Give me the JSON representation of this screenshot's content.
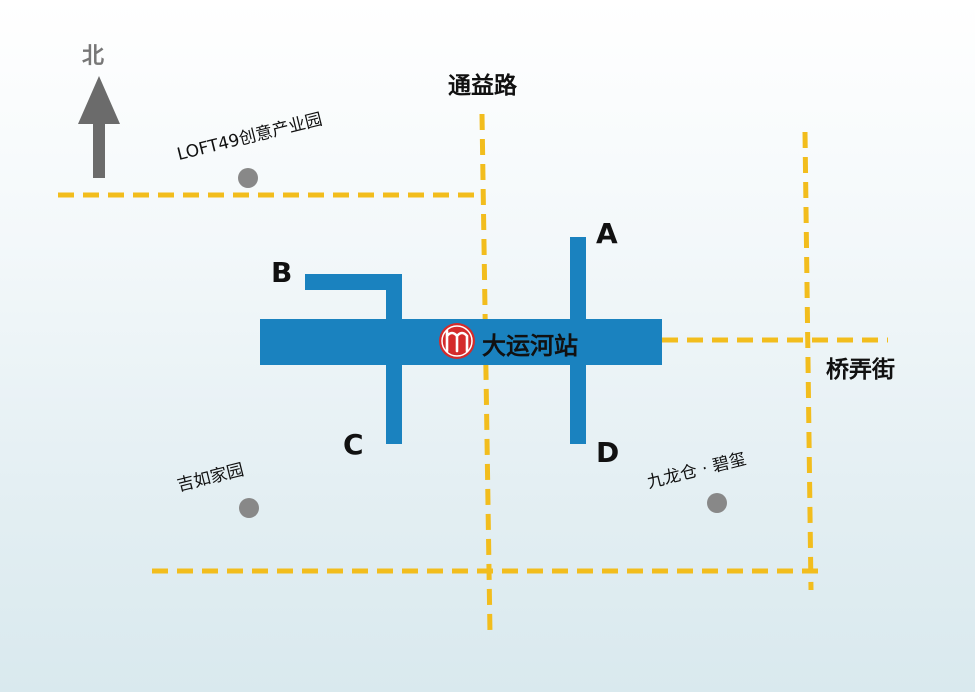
{
  "north": {
    "label": "北"
  },
  "roads": {
    "tongyi": "通益路",
    "qiaonong": "桥弄街"
  },
  "station": {
    "name": "大运河站",
    "logo_color": "#d42b2b",
    "body_color": "#1a82bf"
  },
  "exits": {
    "a": "A",
    "b": "B",
    "c": "C",
    "d": "D"
  },
  "pois": {
    "loft": "LOFT49创意产业园",
    "jiru": "吉如家园",
    "jiulongcang": "九龙仓 · 碧玺"
  },
  "colors": {
    "road": "#f2bd1d",
    "poi_dot": "#888888",
    "arrow": "#6b6b6b"
  }
}
